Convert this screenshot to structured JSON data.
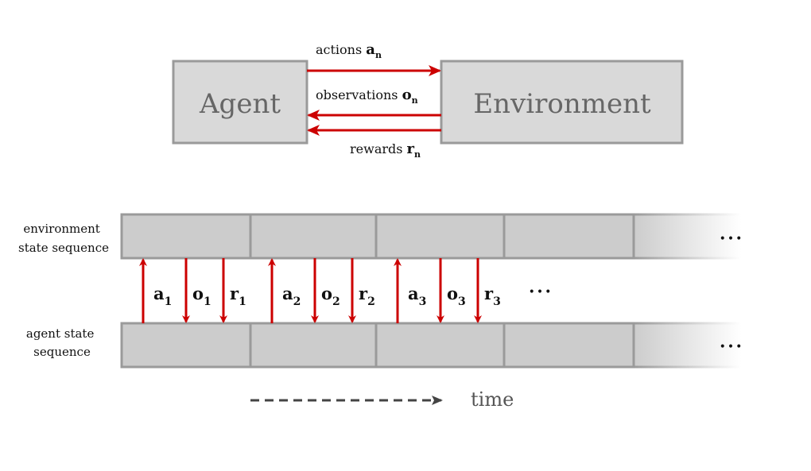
{
  "top": {
    "agent": "Agent",
    "environment": "Environment",
    "actions": {
      "word": "actions",
      "sym": "a",
      "sub": "n"
    },
    "observations": {
      "word": "observations",
      "sym": "o",
      "sub": "n"
    },
    "rewards": {
      "word": "rewards",
      "sym": "r",
      "sub": "n"
    }
  },
  "sequence": {
    "env_label": [
      "environment",
      "state sequence"
    ],
    "agent_label": [
      "agent state",
      "sequence"
    ],
    "ellipsis": "•••",
    "steps": [
      {
        "a": "a",
        "o": "o",
        "r": "r",
        "n": "1"
      },
      {
        "a": "a",
        "o": "o",
        "r": "r",
        "n": "2"
      },
      {
        "a": "a",
        "o": "o",
        "r": "r",
        "n": "3"
      }
    ]
  },
  "time_label": "time",
  "colors": {
    "arrow": "#cc0000",
    "box": "#d9d9d9",
    "border": "#9a9a9a"
  }
}
